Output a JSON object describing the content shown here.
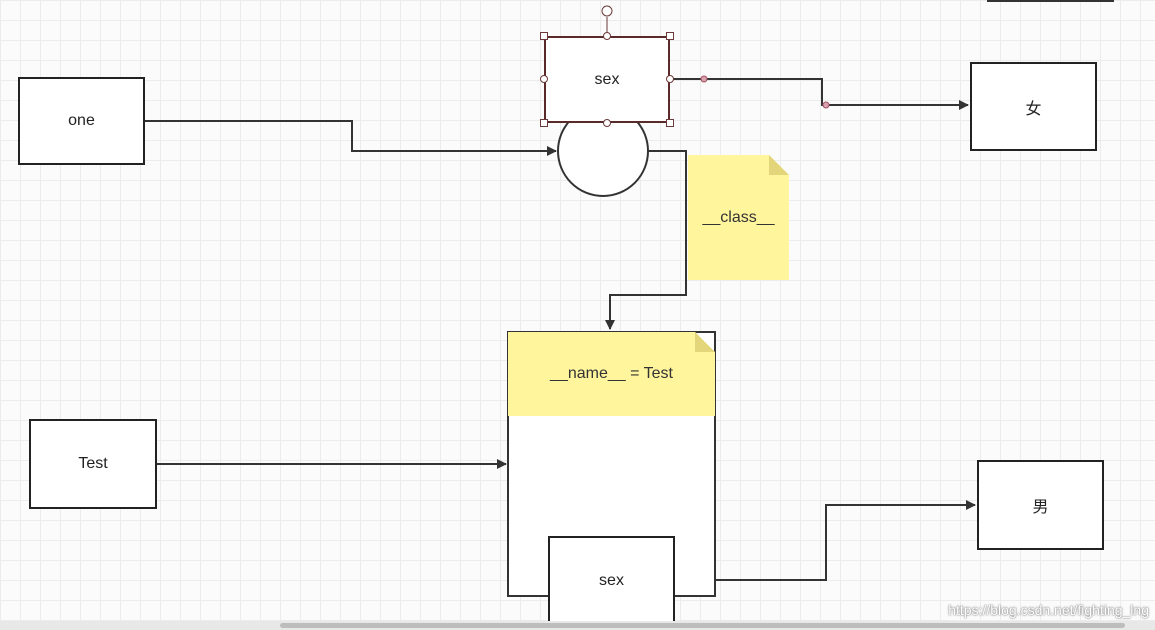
{
  "diagram": {
    "nodes": {
      "one": "one",
      "sex_top": "sex",
      "nu": "女",
      "test": "Test",
      "nan": "男",
      "sex_bottom": "sex"
    },
    "notes": {
      "class_note": "__class__",
      "name_note": "__name__ = Test"
    }
  },
  "watermark": "https://blog.csdn.net/fighting_lng",
  "colors": {
    "line": "#333333",
    "note_fill": "#fff59d",
    "selection": "#6b3a3a",
    "grid": "#ececec"
  }
}
